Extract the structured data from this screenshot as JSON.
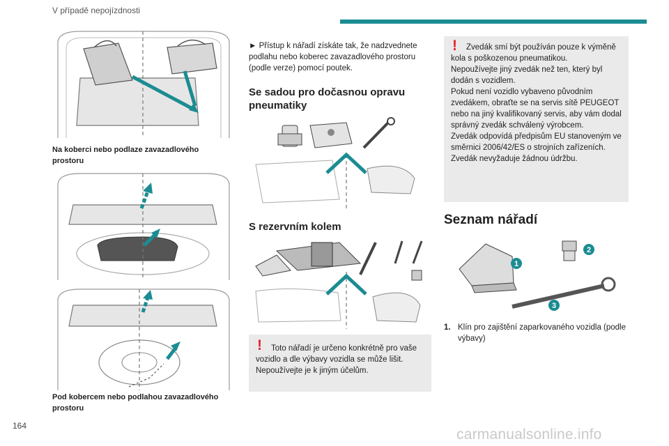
{
  "header": {
    "section_title": "V případě nepojízdnosti",
    "page_number": "164"
  },
  "watermark": "carmanualsonline.info",
  "left": {
    "caption1": "Na koberci nebo podlaze zavazadlového prostoru",
    "caption2": "Pod kobercem nebo podlahou zavazadlového prostoru"
  },
  "middle": {
    "intro": "► Přístup k nářadí získáte tak, že nadzvednete podlahu nebo koberec zavazadlového prostoru (podle verze) pomocí poutek.",
    "heading1": "Se sadou pro dočasnou opravu pneumatiky",
    "heading2": "S rezervním kolem",
    "warning": "Toto nářadí je určeno konkrétně pro vaše vozidlo a dle výbavy vozidla se může lišit.\nNepoužívejte je k jiným účelům."
  },
  "right": {
    "warning": "Zvedák smí být používán pouze k výměně kola s poškozenou pneumatikou.\nNepoužívejte jiný zvedák než ten, který byl dodán s vozidlem.\nPokud není vozidlo vybaveno původním zvedákem, obraťte se na servis sítě PEUGEOT nebo na jiný kvalifikovaný servis, aby vám dodal správný zvedák schválený výrobcem.\nZvedák odpovídá předpisům EU stanoveným ve směrnici 2006/42/ES o strojních zařízeních.\nZvedák nevyžaduje žádnou údržbu.",
    "heading": "Seznam nářadí",
    "callouts": [
      "1",
      "2",
      "3"
    ],
    "list_item1_num": "1.",
    "list_item1_text": "Klín pro zajištění zaparkovaného vozidla (podle výbavy)"
  },
  "colors": {
    "accent": "#1b8c92",
    "warning_icon": "#e8222b",
    "box_bg": "#eaeaea"
  }
}
